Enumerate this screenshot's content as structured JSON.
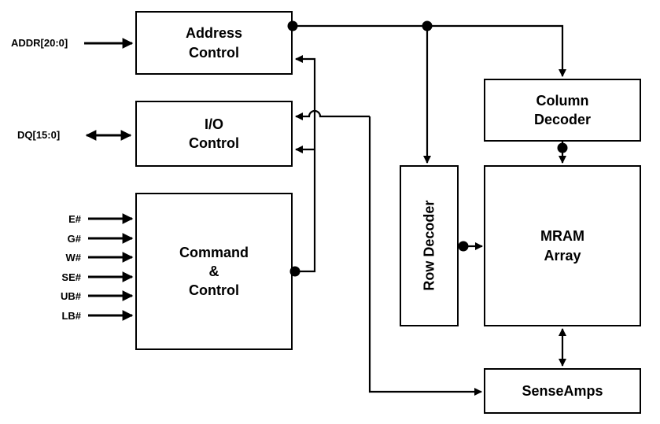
{
  "diagram": {
    "blocks": {
      "address_control": "Address\nControl",
      "io_control": "I/O\nControl",
      "command_control": "Command\n&\nControl",
      "column_decoder": "Column\nDecoder",
      "row_decoder": "Row Decoder",
      "mram_array": "MRAM\nArray",
      "senseamps": "SenseAmps"
    },
    "signals": {
      "addr": "ADDR[20:0]",
      "dq": "DQ[15:0]",
      "pins": [
        "E#",
        "G#",
        "W#",
        "SE#",
        "UB#",
        "LB#"
      ]
    },
    "colors": {
      "line": "#000000",
      "background": "#ffffff",
      "block_border": "#000000",
      "text": "#000000"
    }
  }
}
